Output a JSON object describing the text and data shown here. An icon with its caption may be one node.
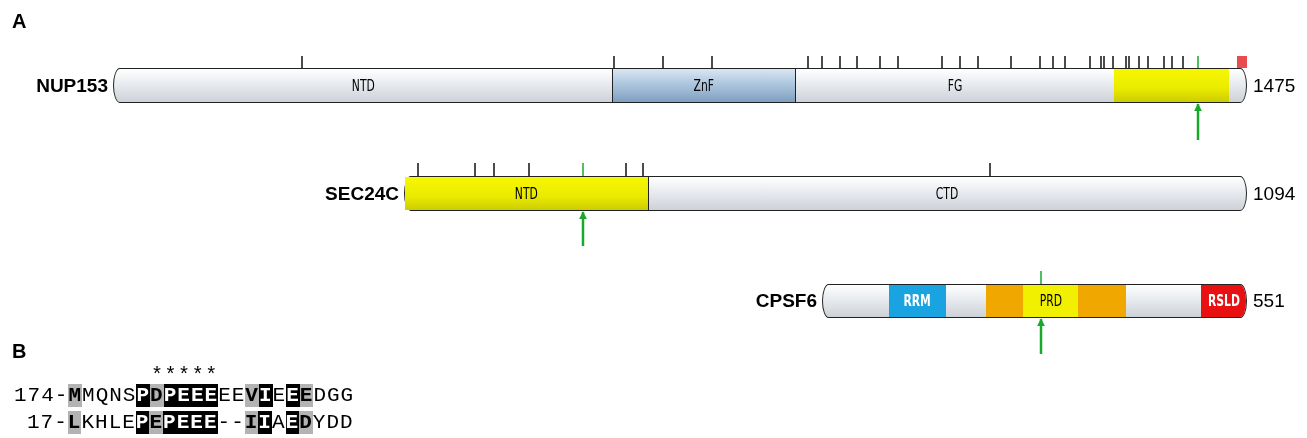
{
  "diagram": {
    "nodes": [
      {
        "text": [
          "NUP153"
        ],
        "beside": [
          "1475"
        ]
      },
      {
        "text": [
          "NTD"
        ],
        "in": 0
      },
      {
        "text": [
          "ZnF"
        ],
        "in": 0
      },
      {
        "text": [
          "FG"
        ],
        "in": 0
      },
      {
        "text": [],
        "shape": "bar",
        "in": 0
      },
      {
        "text": [
          "SEC24C"
        ],
        "beside": [
          "1094"
        ]
      },
      {
        "text": [
          "NTD"
        ],
        "in": 5
      },
      {
        "text": [
          "CTD"
        ],
        "in": 5
      },
      {
        "text": [
          "CPSF6"
        ],
        "beside": [
          "551"
        ]
      },
      {
        "text": [
          "RRM"
        ],
        "in": 8
      },
      {
        "text": [],
        "shape": "bar",
        "in": 8
      },
      {
        "text": [
          "PRD"
        ],
        "in": 10
      },
      {
        "text": [
          "RSLD"
        ],
        "in": 8
      }
    ],
    "edges": [
      {
        "from": null,
        "to": 4,
        "arrow": "to",
        "color": "#1aa82a"
      },
      {
        "from": null,
        "to": 6,
        "arrow": "to",
        "color": "#1aa82a"
      },
      {
        "from": null,
        "to": 11,
        "arrow": "to",
        "color": "#1aa82a"
      }
    ],
    "labels": [
      "A",
      "B",
      "*",
      "*",
      "*",
      "*",
      "*",
      "174-MMQNSPDPEEEEEVIEEEDGG",
      "17-LKHLEPEPEEE--IIAEDYDD"
    ]
  }
}
